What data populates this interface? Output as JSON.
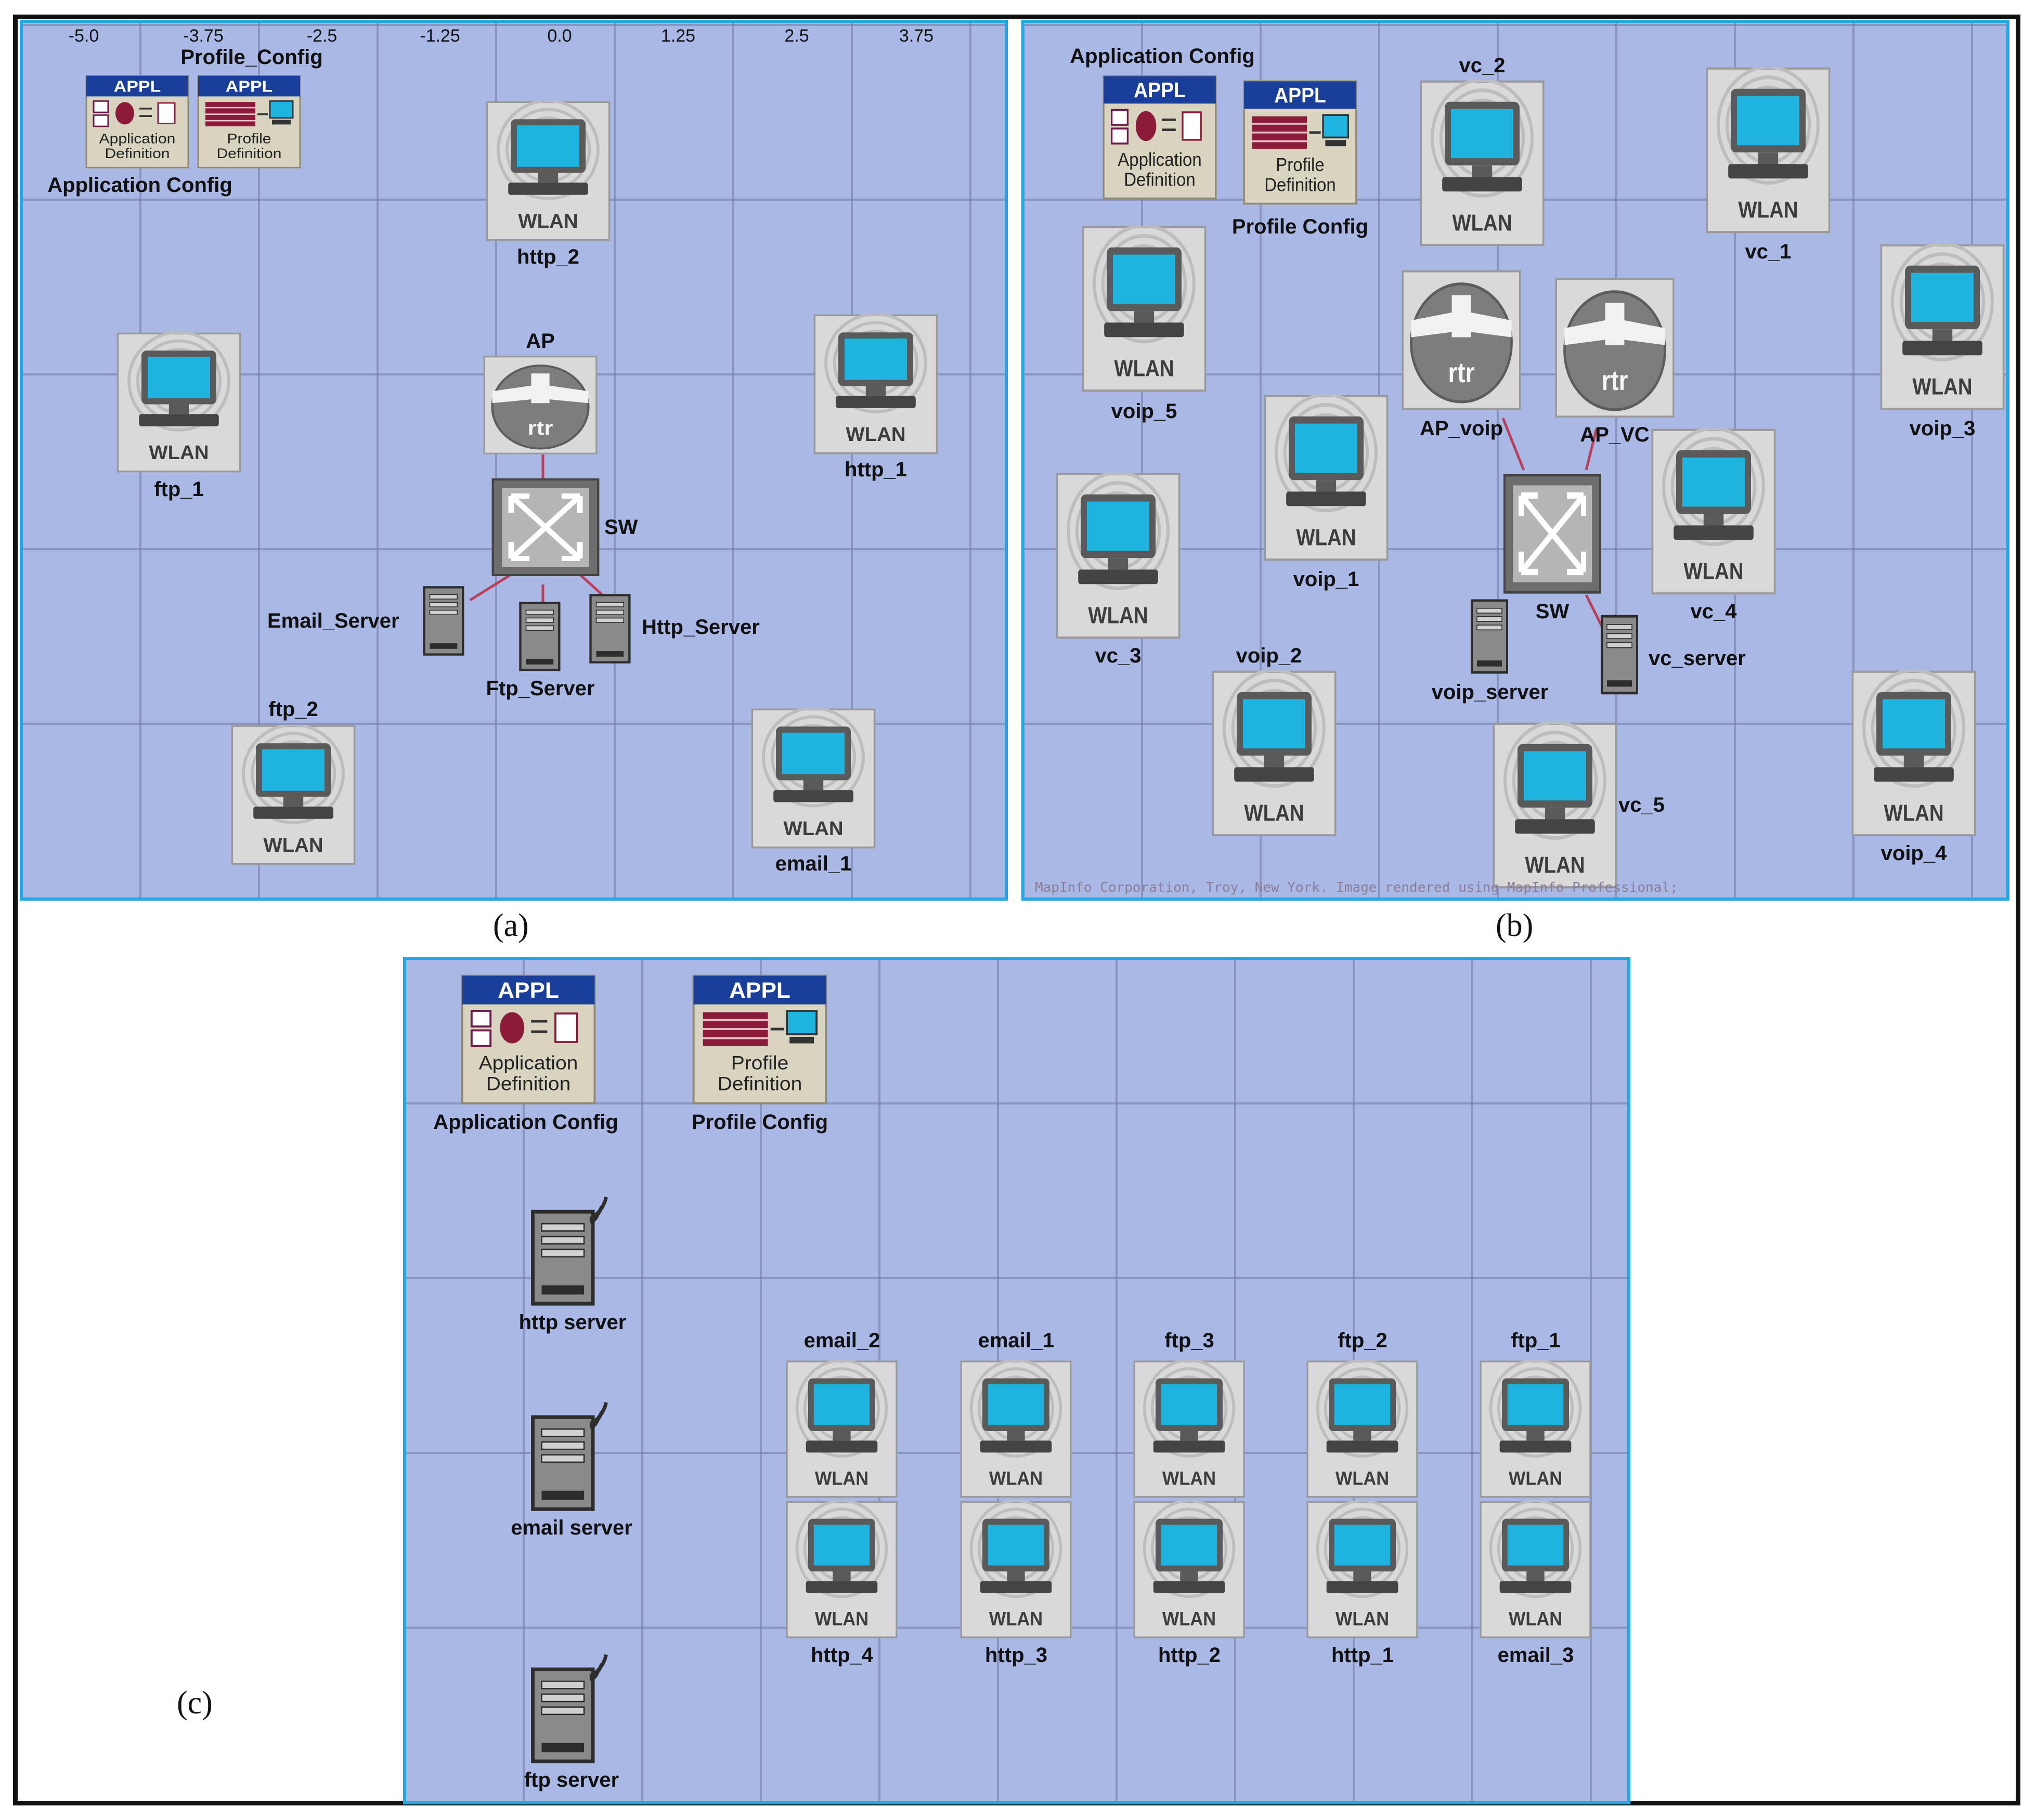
{
  "captions": {
    "a": "(a)",
    "b": "(b)",
    "c": "(c)"
  },
  "panel_a": {
    "ticks": [
      "-5.0",
      "-3.75",
      "-2.5",
      "-1.25",
      "0.0",
      "1.25",
      "2.5",
      "3.75"
    ],
    "app_config": {
      "badge": "APPL",
      "line1": "Application",
      "line2": "Definition",
      "label": "Application Config"
    },
    "profile_config": {
      "badge": "APPL",
      "line1": "Profile",
      "line2": "Definition",
      "label": "Profile_Config"
    },
    "ap_label": "AP",
    "ap_text": "rtr",
    "sw_label": "SW",
    "wlan_text": "WLAN",
    "stations": {
      "http_2": "http_2",
      "http_1": "http_1",
      "ftp_1": "ftp_1",
      "ftp_2": "ftp_2",
      "email_1": "email_1"
    },
    "servers": {
      "email": "Email_Server",
      "ftp": "Ftp_Server",
      "http": "Http_Server"
    }
  },
  "panel_b": {
    "app_config": {
      "badge": "APPL",
      "line1": "Application",
      "line2": "Definition",
      "label": "Application Config"
    },
    "profile_config": {
      "badge": "APPL",
      "line1": "Profile",
      "line2": "Definition",
      "label": "Profile Config"
    },
    "ap_voip": {
      "text": "rtr",
      "label": "AP_voip"
    },
    "ap_vc": {
      "text": "rtr",
      "label": "AP_VC"
    },
    "sw_label": "SW",
    "wlan_text": "WLAN",
    "stations": {
      "vc_2": "vc_2",
      "vc_1": "vc_1",
      "voip_5": "voip_5",
      "voip_3": "voip_3",
      "voip_1": "voip_1",
      "vc_3": "vc_3",
      "vc_4": "vc_4",
      "voip_2": "voip_2",
      "vc_5": "vc_5",
      "voip_4": "voip_4"
    },
    "servers": {
      "voip": "voip_server",
      "vc": "vc_server"
    },
    "watermark": "MapInfo Corporation, Troy, New York. Image rendered using MapInfo Professional;"
  },
  "panel_c": {
    "app_config": {
      "badge": "APPL",
      "line1": "Application",
      "line2": "Definition",
      "label": "Application Config"
    },
    "profile_config": {
      "badge": "APPL",
      "line1": "Profile",
      "line2": "Definition",
      "label": "Profile Config"
    },
    "wlan_text": "WLAN",
    "servers": {
      "http": "http server",
      "email": "email server",
      "ftp": "ftp server"
    },
    "top_row": [
      "email_2",
      "email_1",
      "ftp_3",
      "ftp_2",
      "ftp_1"
    ],
    "bottom_row": [
      "http_4",
      "http_3",
      "http_2",
      "http_1",
      "email_3"
    ]
  },
  "colors": {
    "panel_bg": "#aab8e6",
    "panel_border": "#22a7e0",
    "screen": "#1fb4e0",
    "appl_header": "#1a3f9a",
    "link": "#b8405a"
  }
}
